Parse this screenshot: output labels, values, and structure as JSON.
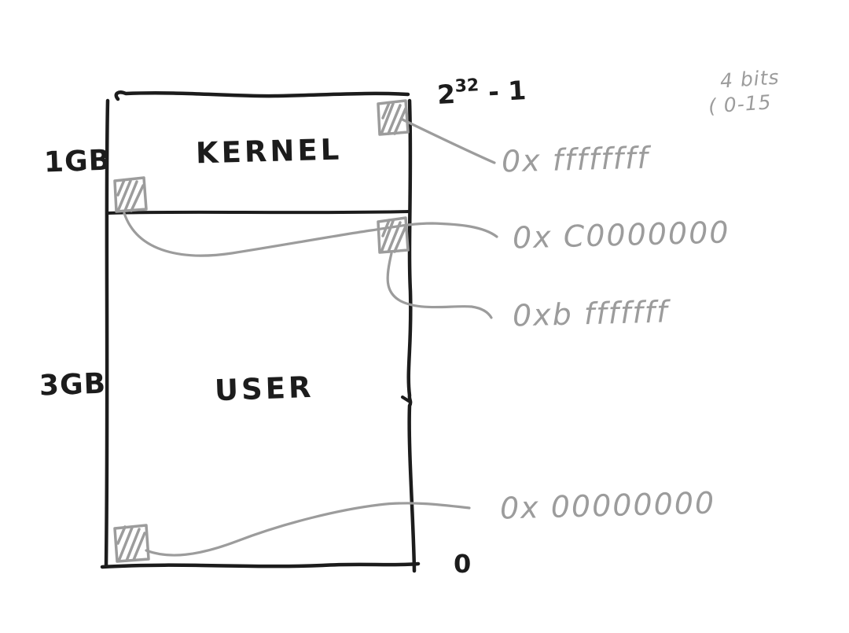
{
  "memory_map": {
    "kernel_label": "KERNEL",
    "user_label": "USER",
    "kernel_size": "1GB",
    "user_size": "3GB",
    "top_address_base": "2",
    "top_address_exponent": "32",
    "top_address_suffix": " - 1",
    "bottom_address": "0"
  },
  "annotations": {
    "hex_top": "0x ffffffff",
    "hex_kernel_base": "0x C0000000",
    "hex_user_top": "0xb fffffff",
    "hex_bottom": "0x 00000000",
    "note_line1": "4 bits",
    "note_line2": "( 0-15"
  },
  "colors": {
    "ink": "#1c1c1c",
    "annotation": "#9c9c9c",
    "background": "#ffffff"
  }
}
